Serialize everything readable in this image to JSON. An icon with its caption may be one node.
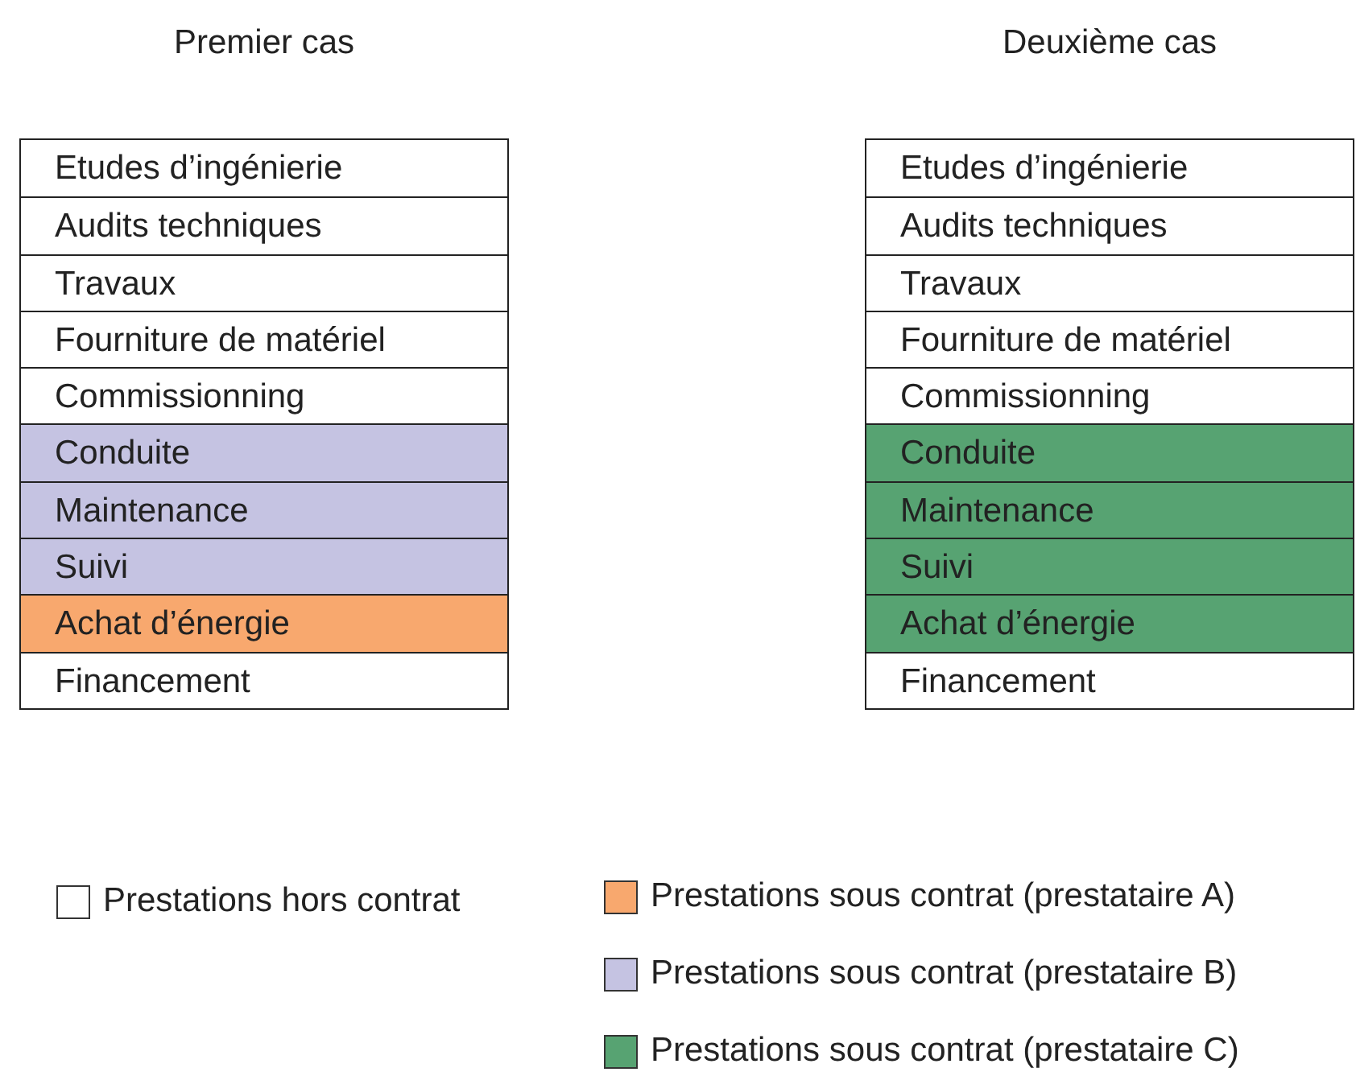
{
  "diagram": {
    "nodes": [
      {
        "text": [
          "Premier cas"
        ]
      },
      {
        "text": [
          "Etudes d’ingénierie"
        ],
        "in": 0
      },
      {
        "text": [
          "Audits techniques"
        ],
        "in": 0
      },
      {
        "text": [
          "Travaux"
        ],
        "in": 0
      },
      {
        "text": [
          "Fourniture de matériel"
        ],
        "in": 0
      },
      {
        "text": [
          "Commissionning"
        ],
        "in": 0
      },
      {
        "text": [
          "Conduite"
        ],
        "in": 0
      },
      {
        "text": [
          "Maintenance"
        ],
        "in": 0
      },
      {
        "text": [
          "Suivi"
        ],
        "in": 0
      },
      {
        "text": [
          "Achat d’énergie"
        ],
        "in": 0
      },
      {
        "text": [
          "Financement"
        ],
        "in": 0
      },
      {
        "text": [
          "Deuxième cas"
        ]
      },
      {
        "text": [
          "Etudes d’ingénierie"
        ],
        "in": 11
      },
      {
        "text": [
          "Audits techniques"
        ],
        "in": 11
      },
      {
        "text": [
          "Travaux"
        ],
        "in": 11
      },
      {
        "text": [
          "Fourniture de matériel"
        ],
        "in": 11
      },
      {
        "text": [
          "Commissionning"
        ],
        "in": 11
      },
      {
        "text": [
          "Conduite"
        ],
        "in": 11
      },
      {
        "text": [
          "Maintenance"
        ],
        "in": 11
      },
      {
        "text": [
          "Suivi"
        ],
        "in": 11
      },
      {
        "text": [
          "Achat d’énergie"
        ],
        "in": 11
      },
      {
        "text": [
          "Financement"
        ],
        "in": 11
      }
    ],
    "legend": [
      {
        "text": "Prestations hors contrat",
        "color": "#ffffff"
      },
      {
        "text": "Prestations sous contrat (prestataire A)",
        "color": "#f8a86e"
      },
      {
        "text": "Prestations sous contrat (prestataire B)",
        "color": "#c5c3e2"
      },
      {
        "text": "Prestations sous contrat (prestataire C)",
        "color": "#57a372"
      }
    ]
  }
}
